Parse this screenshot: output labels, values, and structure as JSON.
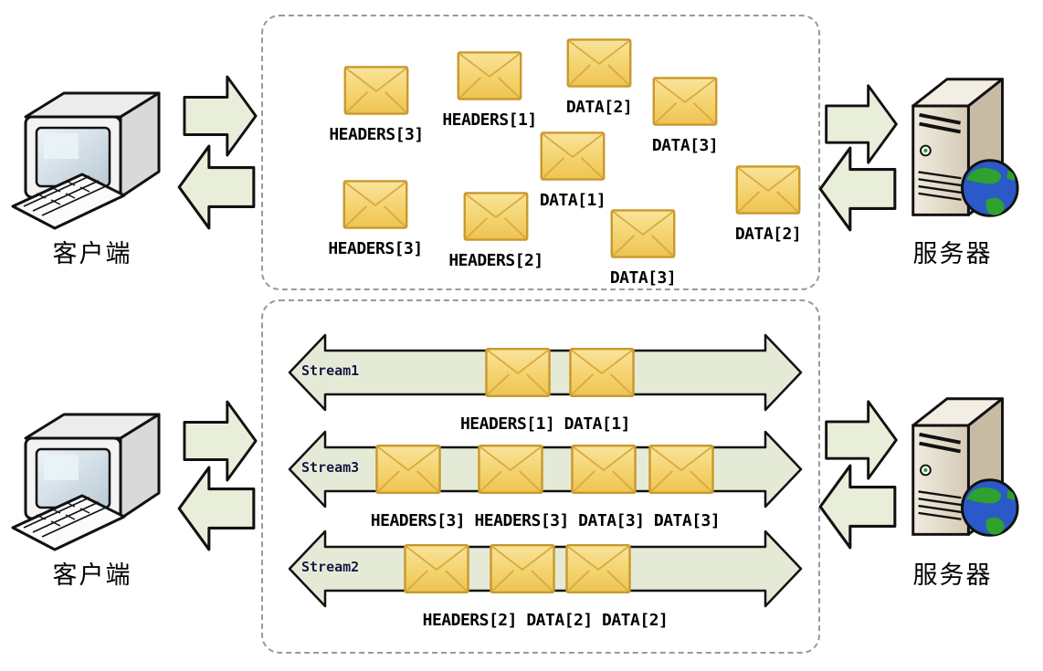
{
  "diagram": {
    "top_panel": {
      "client_label": "客户端",
      "server_label": "服务器",
      "frames": [
        {
          "label": "HEADERS[3]"
        },
        {
          "label": "HEADERS[1]"
        },
        {
          "label": "DATA[2]"
        },
        {
          "label": "DATA[3]"
        },
        {
          "label": "DATA[1]"
        },
        {
          "label": "DATA[2]"
        },
        {
          "label": "HEADERS[3]"
        },
        {
          "label": "HEADERS[2]"
        },
        {
          "label": "DATA[3]"
        }
      ]
    },
    "bottom_panel": {
      "client_label": "客户端",
      "server_label": "服务器",
      "streams": [
        {
          "name": "Stream1",
          "caption": "HEADERS[1] DATA[1]",
          "envelope_count": 2
        },
        {
          "name": "Stream3",
          "caption": "HEADERS[3] HEADERS[3] DATA[3] DATA[3]",
          "envelope_count": 4
        },
        {
          "name": "Stream2",
          "caption": "HEADERS[2] DATA[2] DATA[2]",
          "envelope_count": 3
        }
      ]
    },
    "colors": {
      "envelope_fill": "#f4d36e",
      "envelope_border": "#c9992c",
      "arrow_fill": "#e9eedb",
      "stream_fill": "#e5ead6",
      "panel_border": "#999999",
      "label_color": "#000000"
    }
  }
}
